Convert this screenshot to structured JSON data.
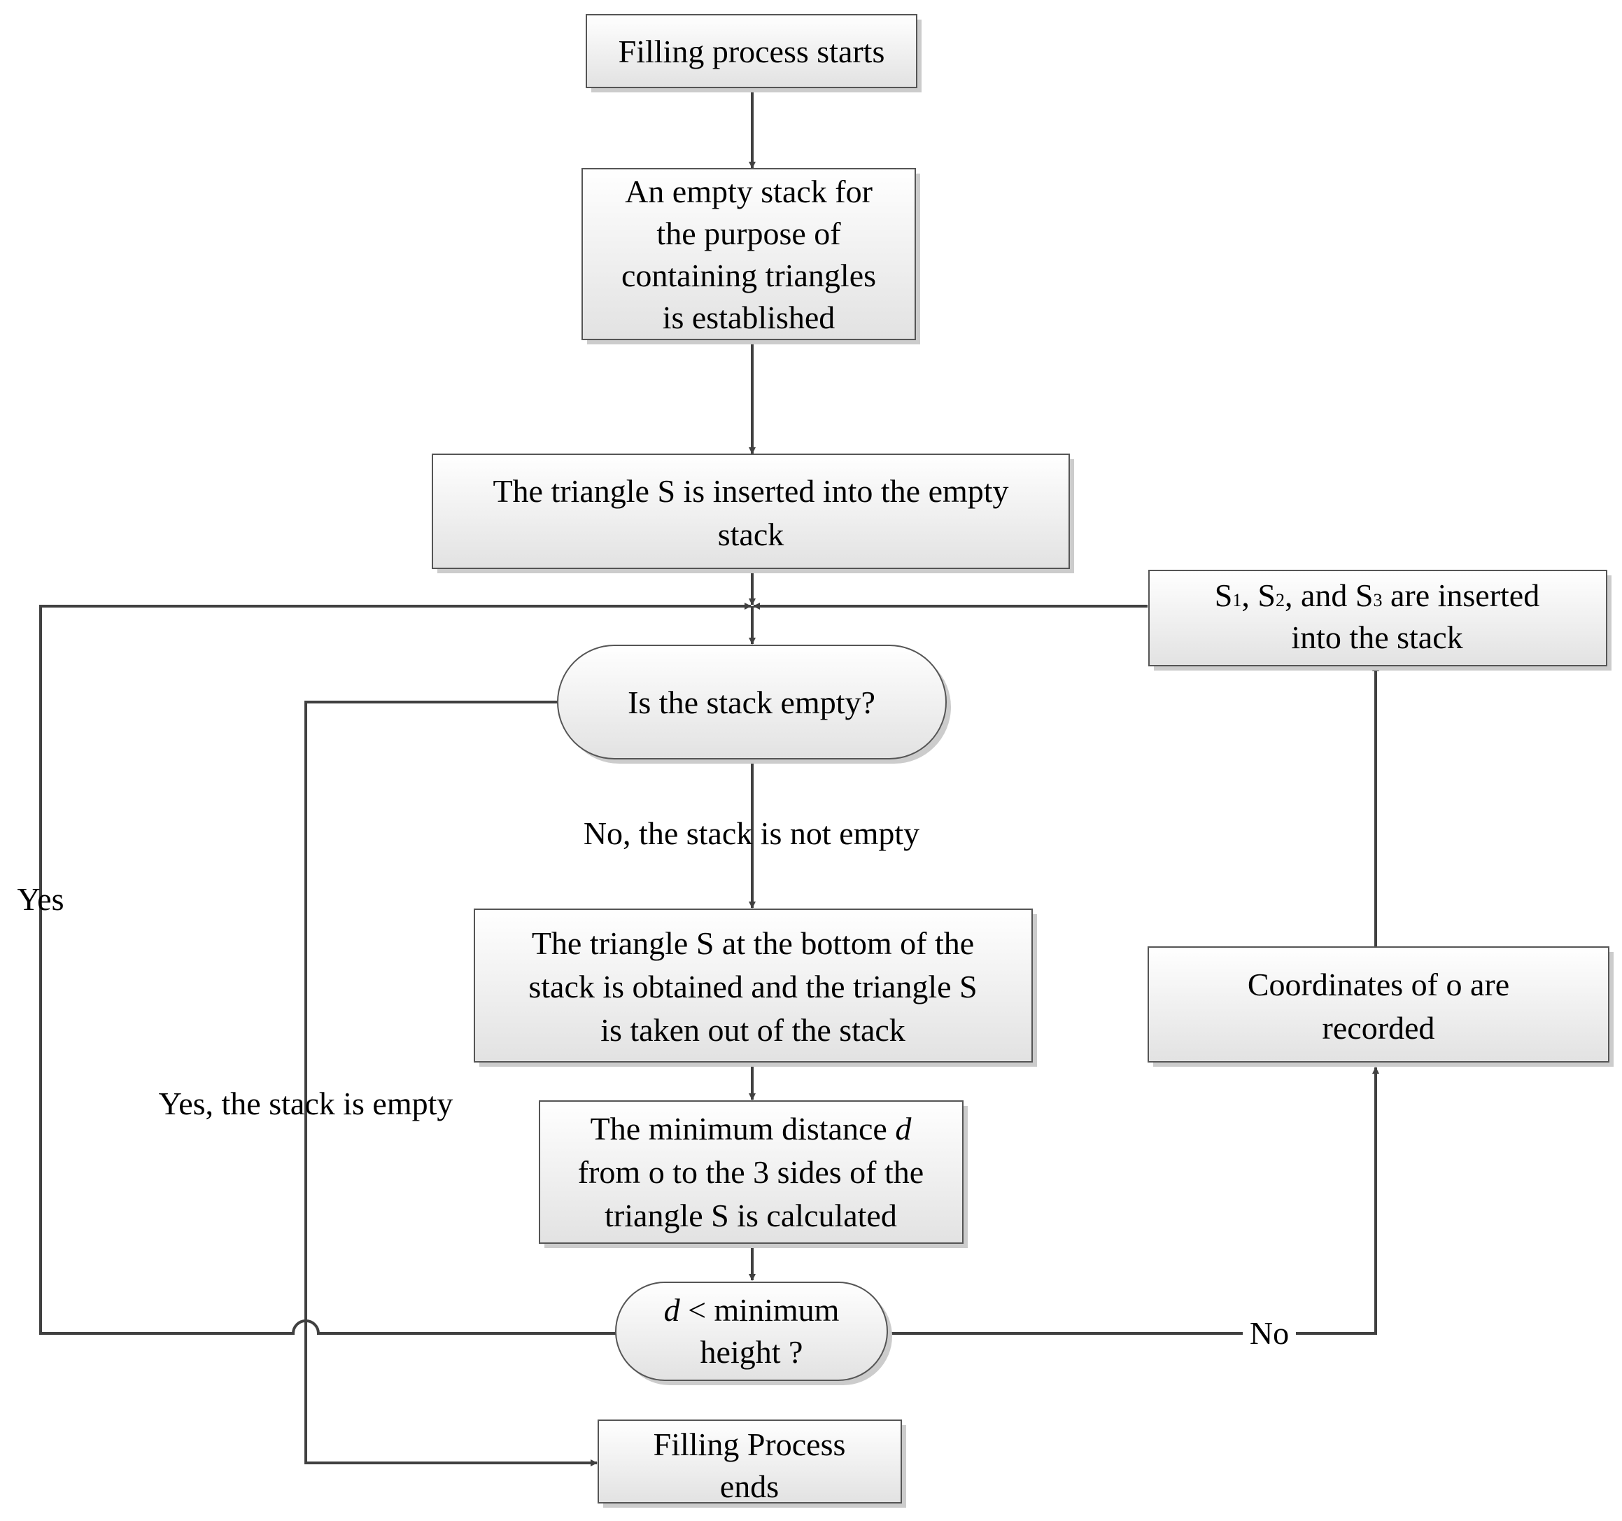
{
  "nodes": {
    "start": {
      "lines": [
        "Filling process starts"
      ]
    },
    "create_stack": {
      "lines": [
        "An empty stack for",
        "the purpose of",
        "containing triangles",
        "is established"
      ]
    },
    "insert_s": {
      "lines": [
        "The triangle S is inserted into the empty",
        "stack"
      ]
    },
    "is_empty": {
      "lines": [
        "Is the stack empty?"
      ]
    },
    "take_out": {
      "lines": [
        "The triangle S at the bottom of the",
        "stack is obtained and the triangle S",
        "is taken out of the stack"
      ]
    },
    "min_distance": {
      "line1_text": "The minimum distance ",
      "line1_var": "d",
      "lines": [
        "from o to the 3 sides of the",
        "triangle S is calculated"
      ]
    },
    "compare": {
      "var": "d",
      "line1_rest": " < minimum",
      "line2": "height ?"
    },
    "end": {
      "lines": [
        "Filling Process",
        "ends"
      ]
    },
    "record": {
      "lines": [
        "Coordinates of o are",
        "recorded"
      ]
    },
    "insert_sub": {
      "s": "S",
      "sub1": "1",
      "sep1": ", S",
      "sub2": "2",
      "sep2": ", and S",
      "sub3": "3",
      "rest": " are inserted",
      "line2": "into the stack"
    }
  },
  "edge_labels": {
    "not_empty": "No, the stack is not empty",
    "is_empty_yes": "Yes, the stack is empty",
    "loop_yes": "Yes",
    "no": "No"
  },
  "colors": {
    "box_top": "#ffffff",
    "box_bottom": "#e4e4e4",
    "stroke": "#404040",
    "shadow": "#c8c8c8"
  }
}
